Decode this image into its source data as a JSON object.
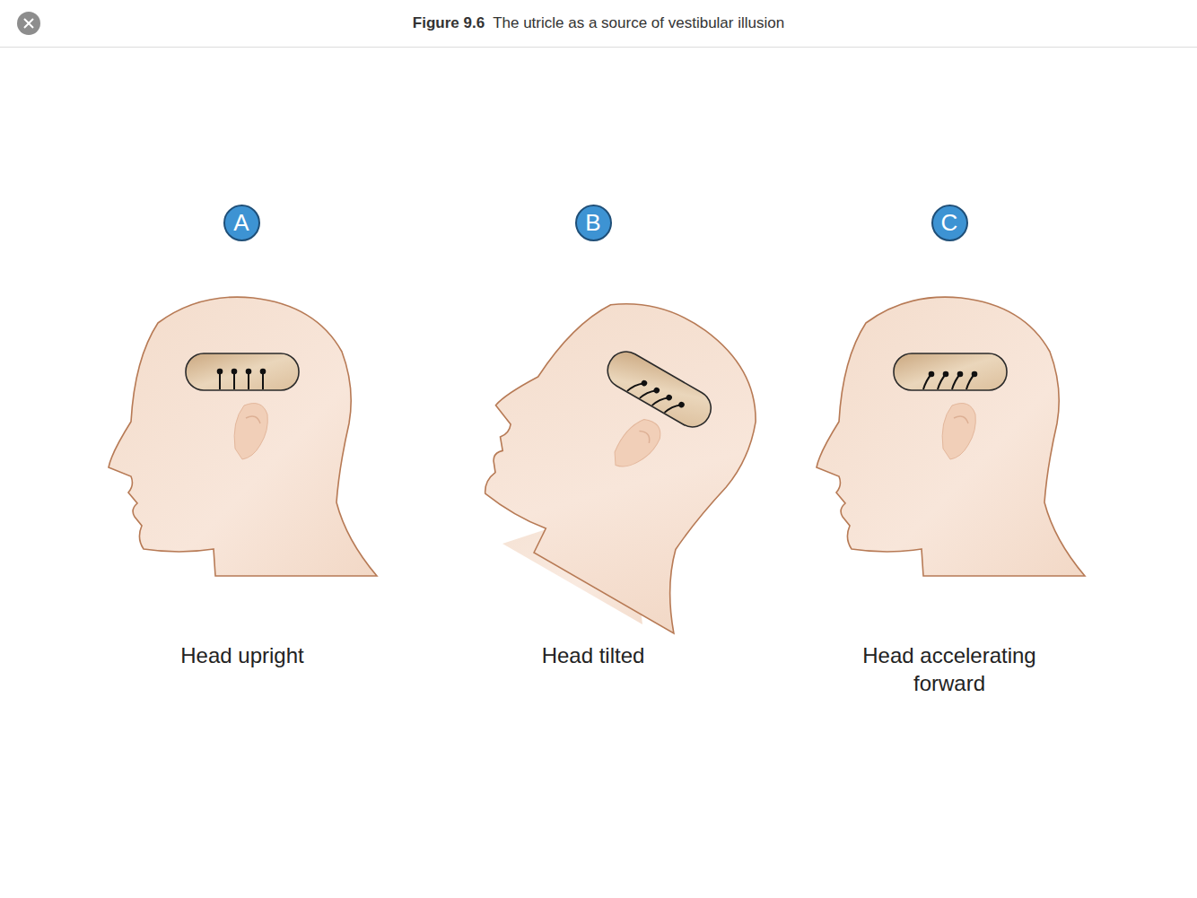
{
  "diagram": {
    "title": "The utricle as a source of vestibular illusion",
    "nodes": [
      {
        "text": [
          "A"
        ]
      },
      {
        "text": [
          "B"
        ]
      },
      {
        "text": [
          "C"
        ]
      }
    ],
    "labels": [
      "Figure 9.6",
      "Head upright",
      "Head tilted",
      "Head accelerating forward"
    ]
  }
}
